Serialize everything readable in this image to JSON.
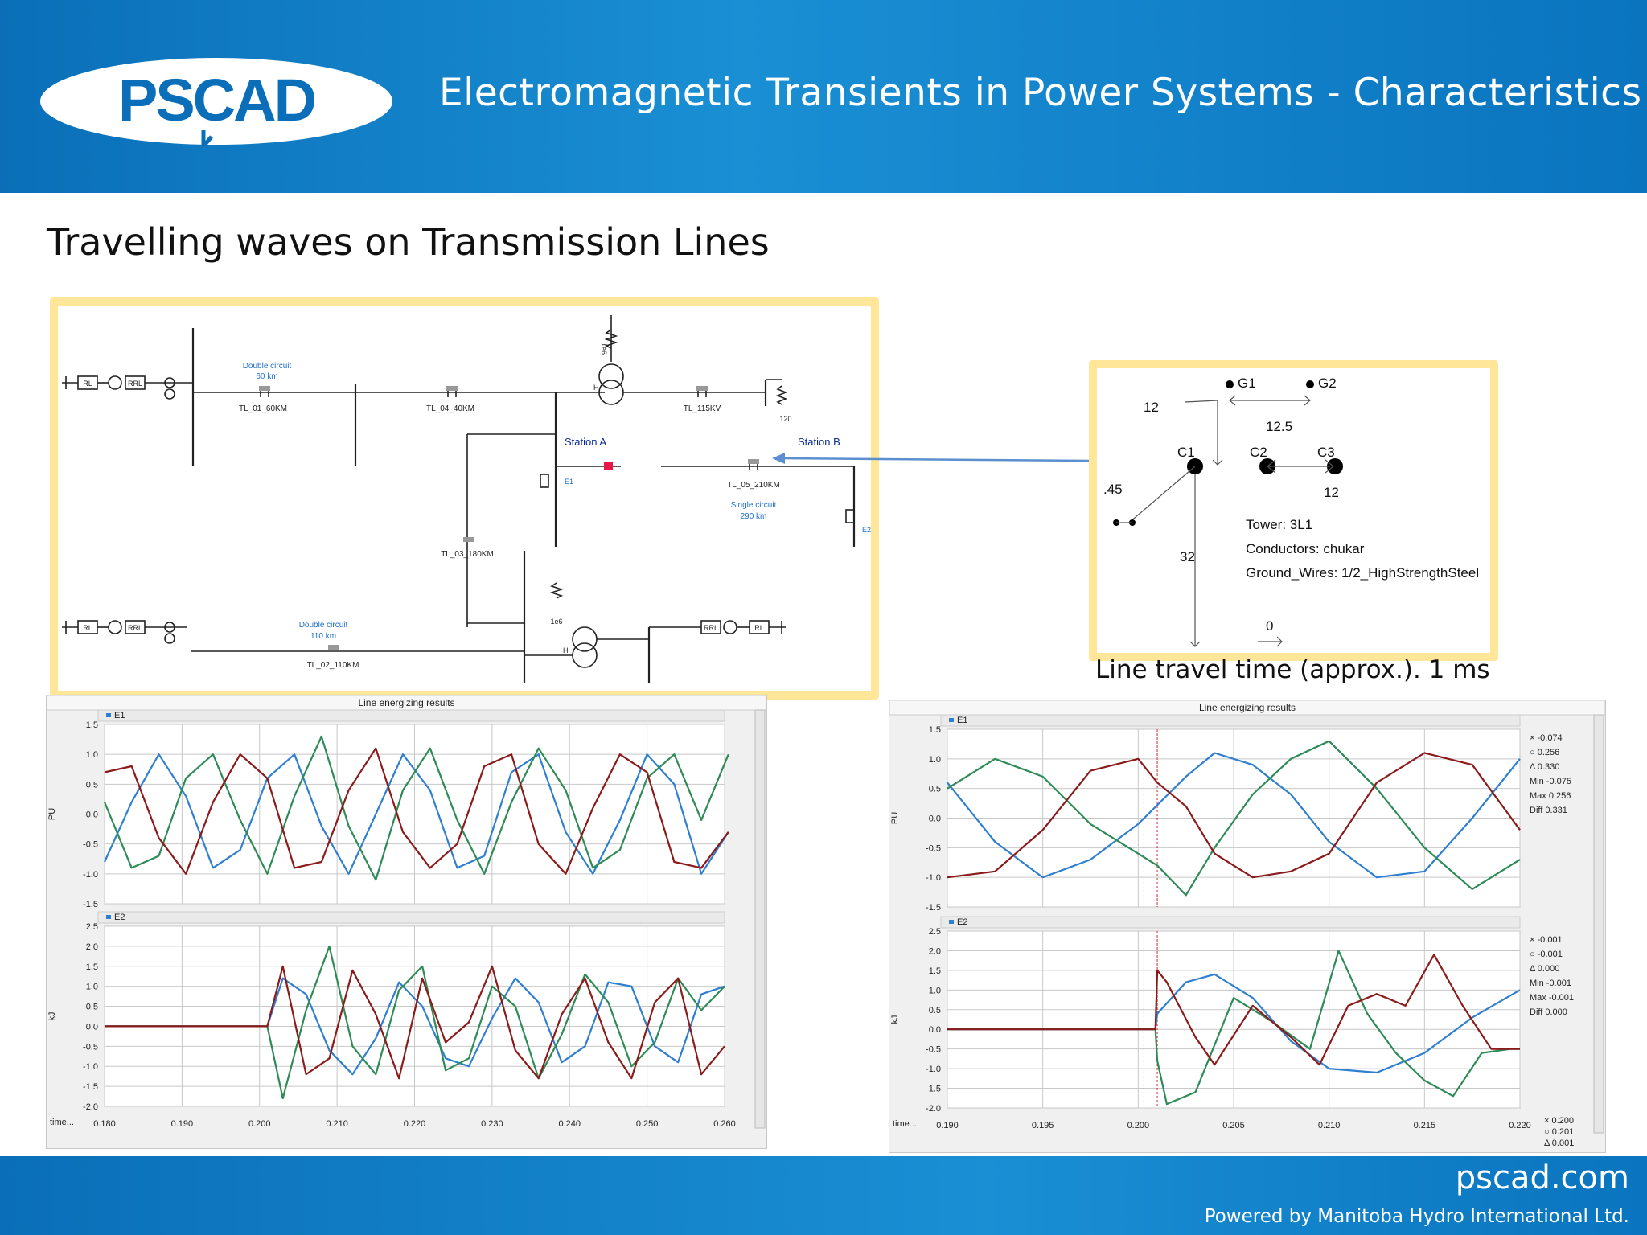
{
  "header": {
    "logo_text": "PSCAD",
    "title": "Electromagnetic Transients in Power Systems - Characteristics"
  },
  "slide": {
    "subtitle": "Travelling waves on Transmission Lines",
    "travel_time": "Line travel time (approx.). 1 ms"
  },
  "schematic": {
    "labels": {
      "dc60a": "Double circuit",
      "dc60b": "60 km",
      "tl01": "TL_01_60KM",
      "tl04": "TL_04_40KM",
      "tl115": "TL_115KV",
      "r120": "120",
      "r1e6a": "1e6",
      "stA": "Station A",
      "stB": "Station B",
      "tl05": "TL_05_210KM",
      "scA": "Single circuit",
      "scB": "290 km",
      "tl03": "TL_03_180KM",
      "e1": "E1",
      "e2": "E2",
      "r1e6b": "1e6",
      "dc110a": "Double circuit",
      "dc110b": "110 km",
      "tl02": "TL_02_110KM",
      "rl": "RL",
      "rrl": "RRL",
      "h": "H"
    },
    "accent": "#e8174a",
    "blue": "#1f6fc8"
  },
  "tower": {
    "g1": "G1",
    "g2": "G2",
    "c1": "C1",
    "c2": "C2",
    "c3": "C3",
    "d12a": "12",
    "d125": "12.5",
    "d45": ".45",
    "d12b": "12",
    "d32": "32",
    "d0": "0",
    "tower": "Tower: 3L1",
    "conductors": "Conductors: chukar",
    "ground": "Ground_Wires: 1/2_HighStrengthSteel"
  },
  "chart_data": [
    {
      "type": "line",
      "title": "Line energizing results",
      "xlabel": "time...",
      "xlim": [
        0.18,
        0.26
      ],
      "xticks": [
        "0.180",
        "0.190",
        "0.200",
        "0.210",
        "0.220",
        "0.230",
        "0.240",
        "0.250",
        "0.260"
      ],
      "panels": [
        {
          "name": "E1",
          "ylabel": "PU",
          "ylim": [
            -1.5,
            1.5
          ],
          "yticks": [
            "1.5",
            "1.0",
            "0.5",
            "0.0",
            "-0.5",
            "-1.0",
            "-1.5"
          ],
          "series": [
            {
              "color": "#2f7fd0",
              "x": [
                0.18,
                0.1835,
                0.187,
                0.1905,
                0.194,
                0.1975,
                0.201,
                0.2045,
                0.208,
                0.2115,
                0.215,
                0.2185,
                0.222,
                0.2255,
                0.229,
                0.2325,
                0.236,
                0.2395,
                0.243,
                0.2465,
                0.25,
                0.2535,
                0.257,
                0.2605
              ],
              "y": [
                -0.8,
                0.2,
                1.0,
                0.3,
                -0.9,
                -0.6,
                0.6,
                1.0,
                -0.2,
                -1.0,
                0.0,
                1.0,
                0.4,
                -0.9,
                -0.7,
                0.7,
                1.0,
                -0.3,
                -1.0,
                -0.1,
                1.0,
                0.5,
                -1.0,
                -0.3
              ]
            },
            {
              "color": "#2e8b57",
              "x": [
                0.18,
                0.1835,
                0.187,
                0.1905,
                0.194,
                0.1975,
                0.201,
                0.2045,
                0.208,
                0.2115,
                0.215,
                0.2185,
                0.222,
                0.2255,
                0.229,
                0.2325,
                0.236,
                0.2395,
                0.243,
                0.2465,
                0.25,
                0.2535,
                0.257,
                0.2605
              ],
              "y": [
                0.2,
                -0.9,
                -0.7,
                0.6,
                1.0,
                -0.1,
                -1.0,
                0.3,
                1.3,
                -0.2,
                -1.1,
                0.4,
                1.1,
                -0.1,
                -1.0,
                0.2,
                1.1,
                0.4,
                -0.9,
                -0.6,
                0.6,
                1.0,
                -0.1,
                1.0
              ]
            },
            {
              "color": "#8b1a1a",
              "x": [
                0.18,
                0.1835,
                0.187,
                0.1905,
                0.194,
                0.1975,
                0.201,
                0.2045,
                0.208,
                0.2115,
                0.215,
                0.2185,
                0.222,
                0.2255,
                0.229,
                0.2325,
                0.236,
                0.2395,
                0.243,
                0.2465,
                0.25,
                0.2535,
                0.257,
                0.2605
              ],
              "y": [
                0.7,
                0.8,
                -0.4,
                -1.0,
                0.2,
                1.0,
                0.6,
                -0.9,
                -0.8,
                0.4,
                1.1,
                -0.3,
                -0.9,
                -0.5,
                0.8,
                1.0,
                -0.5,
                -1.0,
                0.1,
                1.0,
                0.7,
                -0.8,
                -0.9,
                -0.3
              ]
            }
          ]
        },
        {
          "name": "E2",
          "ylabel": "kJ",
          "ylim": [
            -2.0,
            2.5
          ],
          "yticks": [
            "2.5",
            "2.0",
            "1.5",
            "1.0",
            "0.5",
            "0.0",
            "-0.5",
            "-1.0",
            "-1.5",
            "-2.0"
          ],
          "series": [
            {
              "color": "#2f7fd0",
              "x": [
                0.18,
                0.201,
                0.203,
                0.206,
                0.209,
                0.212,
                0.215,
                0.218,
                0.221,
                0.224,
                0.227,
                0.23,
                0.233,
                0.236,
                0.239,
                0.242,
                0.245,
                0.248,
                0.251,
                0.254,
                0.257,
                0.26
              ],
              "y": [
                0.0,
                0.0,
                1.2,
                0.8,
                -0.6,
                -1.2,
                -0.3,
                1.1,
                0.5,
                -0.8,
                -1.0,
                0.2,
                1.2,
                0.6,
                -0.9,
                -0.5,
                1.1,
                1.0,
                -0.5,
                -0.9,
                0.8,
                1.0
              ]
            },
            {
              "color": "#2e8b57",
              "x": [
                0.18,
                0.201,
                0.203,
                0.206,
                0.209,
                0.212,
                0.215,
                0.218,
                0.221,
                0.224,
                0.227,
                0.23,
                0.233,
                0.236,
                0.239,
                0.242,
                0.245,
                0.248,
                0.251,
                0.254,
                0.257,
                0.26
              ],
              "y": [
                0.0,
                0.0,
                -1.8,
                0.4,
                2.0,
                -0.5,
                -1.2,
                0.9,
                1.5,
                -1.1,
                -0.8,
                1.0,
                0.5,
                -1.3,
                -0.2,
                1.3,
                0.6,
                -1.0,
                -0.4,
                1.2,
                0.4,
                1.0
              ]
            },
            {
              "color": "#8b1a1a",
              "x": [
                0.18,
                0.201,
                0.203,
                0.206,
                0.209,
                0.212,
                0.215,
                0.218,
                0.221,
                0.224,
                0.227,
                0.23,
                0.233,
                0.236,
                0.239,
                0.242,
                0.245,
                0.248,
                0.251,
                0.254,
                0.257,
                0.26
              ],
              "y": [
                0.0,
                0.0,
                1.5,
                -1.2,
                -0.8,
                1.4,
                0.3,
                -1.3,
                1.2,
                -0.4,
                0.1,
                1.5,
                -0.6,
                -1.3,
                0.3,
                1.2,
                -0.4,
                -1.3,
                0.6,
                1.2,
                -1.2,
                -0.5
              ]
            }
          ]
        }
      ]
    },
    {
      "type": "line",
      "title": "Line energizing results",
      "xlabel": "time...",
      "xlim": [
        0.19,
        0.22
      ],
      "xticks": [
        "0.190",
        "0.195",
        "0.200",
        "0.205",
        "0.210",
        "0.215",
        "0.220"
      ],
      "cursor_readout": [
        "× 0.200",
        "○ 0.201",
        "Δ 0.001"
      ],
      "panels": [
        {
          "name": "E1",
          "ylabel": "PU",
          "ylim": [
            -1.5,
            1.5
          ],
          "yticks": [
            "1.5",
            "1.0",
            "0.5",
            "0.0",
            "-0.5",
            "-1.0",
            "-1.5"
          ],
          "readout": [
            "× -0.074",
            "○ 0.256",
            "Δ 0.330",
            "Min -0.075",
            "Max 0.256",
            "Diff 0.331"
          ],
          "series": [
            {
              "color": "#2f7fd0",
              "x": [
                0.19,
                0.1925,
                0.195,
                0.1975,
                0.2,
                0.2025,
                0.204,
                0.206,
                0.208,
                0.21,
                0.2125,
                0.215,
                0.2175,
                0.22
              ],
              "y": [
                0.6,
                -0.4,
                -1.0,
                -0.7,
                -0.1,
                0.7,
                1.1,
                0.9,
                0.4,
                -0.4,
                -1.0,
                -0.9,
                0.0,
                1.0
              ]
            },
            {
              "color": "#2e8b57",
              "x": [
                0.19,
                0.1925,
                0.195,
                0.1975,
                0.2,
                0.201,
                0.2025,
                0.204,
                0.206,
                0.208,
                0.21,
                0.2125,
                0.215,
                0.2175,
                0.22
              ],
              "y": [
                0.5,
                1.0,
                0.7,
                -0.1,
                -0.6,
                -0.8,
                -1.3,
                -0.5,
                0.4,
                1.0,
                1.3,
                0.5,
                -0.5,
                -1.2,
                -0.7
              ]
            },
            {
              "color": "#8b1a1a",
              "x": [
                0.19,
                0.1925,
                0.195,
                0.1975,
                0.2,
                0.2005,
                0.201,
                0.2025,
                0.204,
                0.206,
                0.208,
                0.21,
                0.2125,
                0.215,
                0.2175,
                0.22
              ],
              "y": [
                -1.0,
                -0.9,
                -0.2,
                0.8,
                1.0,
                0.8,
                0.6,
                0.2,
                -0.6,
                -1.0,
                -0.9,
                -0.6,
                0.6,
                1.1,
                0.9,
                -0.2
              ]
            }
          ]
        },
        {
          "name": "E2",
          "ylabel": "kJ",
          "ylim": [
            -2.0,
            2.5
          ],
          "yticks": [
            "2.5",
            "2.0",
            "1.5",
            "1.0",
            "0.5",
            "0.0",
            "-0.5",
            "-1.0",
            "-1.5",
            "-2.0"
          ],
          "readout": [
            "× -0.001",
            "○ -0.001",
            "Δ 0.000",
            "Min -0.001",
            "Max -0.001",
            "Diff 0.000"
          ],
          "series": [
            {
              "color": "#2f7fd0",
              "x": [
                0.19,
                0.2009,
                0.201,
                0.2025,
                0.204,
                0.206,
                0.208,
                0.21,
                0.2125,
                0.215,
                0.2175,
                0.22
              ],
              "y": [
                0.0,
                0.0,
                0.4,
                1.2,
                1.4,
                0.8,
                -0.3,
                -1.0,
                -1.1,
                -0.6,
                0.3,
                1.0
              ]
            },
            {
              "color": "#2e8b57",
              "x": [
                0.19,
                0.2009,
                0.201,
                0.2015,
                0.203,
                0.205,
                0.207,
                0.209,
                0.2105,
                0.212,
                0.2135,
                0.215,
                0.2165,
                0.218,
                0.2195,
                0.22
              ],
              "y": [
                0.0,
                0.0,
                -0.8,
                -1.9,
                -1.6,
                0.8,
                0.2,
                -0.5,
                2.0,
                0.4,
                -0.6,
                -1.3,
                -1.7,
                -0.6,
                -0.5,
                -0.5
              ]
            },
            {
              "color": "#8b1a1a",
              "x": [
                0.19,
                0.2009,
                0.201,
                0.2015,
                0.203,
                0.204,
                0.206,
                0.208,
                0.2095,
                0.211,
                0.2125,
                0.214,
                0.2155,
                0.217,
                0.2185,
                0.22
              ],
              "y": [
                0.0,
                0.0,
                1.5,
                1.2,
                -0.2,
                -0.9,
                0.6,
                -0.2,
                -0.9,
                0.6,
                0.9,
                0.6,
                1.9,
                0.6,
                -0.5,
                -0.5
              ]
            }
          ]
        }
      ]
    }
  ]
}
